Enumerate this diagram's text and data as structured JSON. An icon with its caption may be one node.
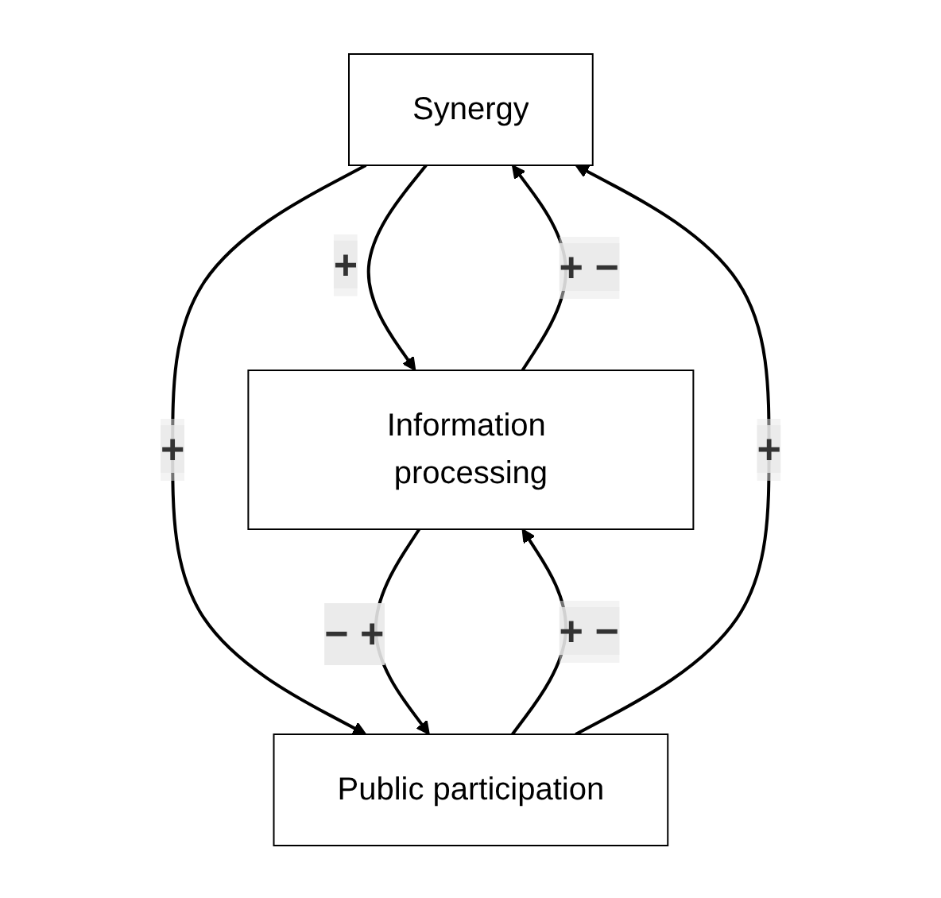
{
  "diagram": {
    "nodes": [
      {
        "text": [
          "Synergy"
        ]
      },
      {
        "text": [
          "Information processing"
        ]
      },
      {
        "text": [
          "Public participation"
        ]
      }
    ],
    "edges": [
      {
        "from": 0,
        "to": 1,
        "arrow": "to",
        "label": "+"
      },
      {
        "from": 0,
        "to": 2,
        "arrow": "to",
        "label": "+"
      },
      {
        "from": 1,
        "to": 2,
        "arrow": "to",
        "label": "− +"
      },
      {
        "from": 1,
        "to": 0,
        "arrow": "to",
        "label": "+ −"
      },
      {
        "from": 2,
        "to": 1,
        "arrow": "to",
        "label": "+ −"
      },
      {
        "from": 2,
        "to": 0,
        "arrow": "to",
        "label": "+"
      }
    ]
  }
}
